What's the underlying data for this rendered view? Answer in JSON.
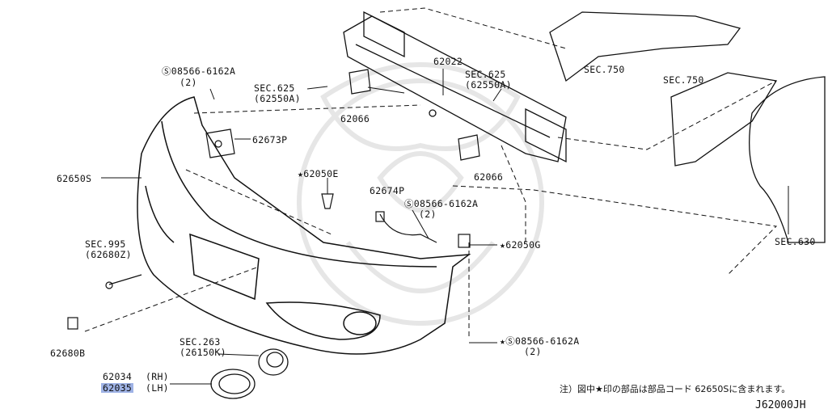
{
  "diagram_code": "J62000JH",
  "note": "注）図中★印の部品は部品コード 62650Sに含まれます。",
  "labels": {
    "p62022": "62022",
    "p62066_a": "62066",
    "p62066_b": "62066",
    "sec625_a": "SEC.625",
    "sec625_a_sub": "(62550A)",
    "sec625_b": "SEC.625",
    "sec625_b_sub": "(62550A)",
    "bolt_a": "Ⓢ08566-6162A",
    "bolt_a_qty": "(2)",
    "bolt_b": "Ⓢ08566-6162A",
    "bolt_b_qty": "(2)",
    "bolt_c": "★Ⓢ08566-6162A",
    "bolt_c_qty": "(2)",
    "p62673P": "62673P",
    "p62650S": "62650S",
    "p62050E": "★62050E",
    "p62674P": "62674P",
    "p62050G": "★62050G",
    "sec995": "SEC.995",
    "sec995_sub": "(62680Z)",
    "p62680B": "62680B",
    "sec263": "SEC.263",
    "sec263_sub": "(26150K)",
    "p62034": "62034",
    "p62034_side": "(RH)",
    "p62035": "62035",
    "p62035_side": "(LH)",
    "sec750_a": "SEC.750",
    "sec750_b": "SEC.750",
    "sec630": "SEC.630"
  }
}
